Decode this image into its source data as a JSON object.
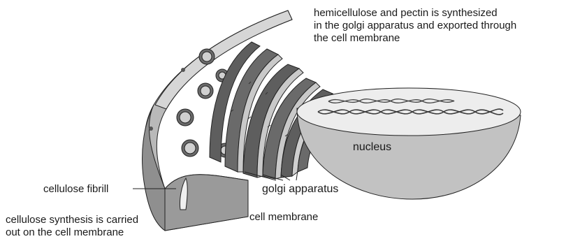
{
  "labels": {
    "hemicellulose": [
      "hemicellulose and pectin is synthesized",
      "in the golgi apparatus and exported through",
      "the cell membrane"
    ],
    "nucleus": "nucleus",
    "golgi": "golgi apparatus",
    "cellulose_fibrill": "cellulose fibrill",
    "cellulose_synthesis": [
      "cellulose synthesis is carried",
      "out on the cell membrane"
    ],
    "cell_membrane": "cell membrane"
  },
  "colors": {
    "wall": "#8f8f8f",
    "wall_edge": "#6a6a6a",
    "wall_top": "#d6d6d6",
    "cisterna_dark": "#5e5e5e",
    "cisterna_light": "#c9c9c9",
    "nucleus_body": "#c2c2c2",
    "nucleus_cut": "#ededed",
    "dna": "#3a3a3a",
    "outline": "#222222"
  }
}
